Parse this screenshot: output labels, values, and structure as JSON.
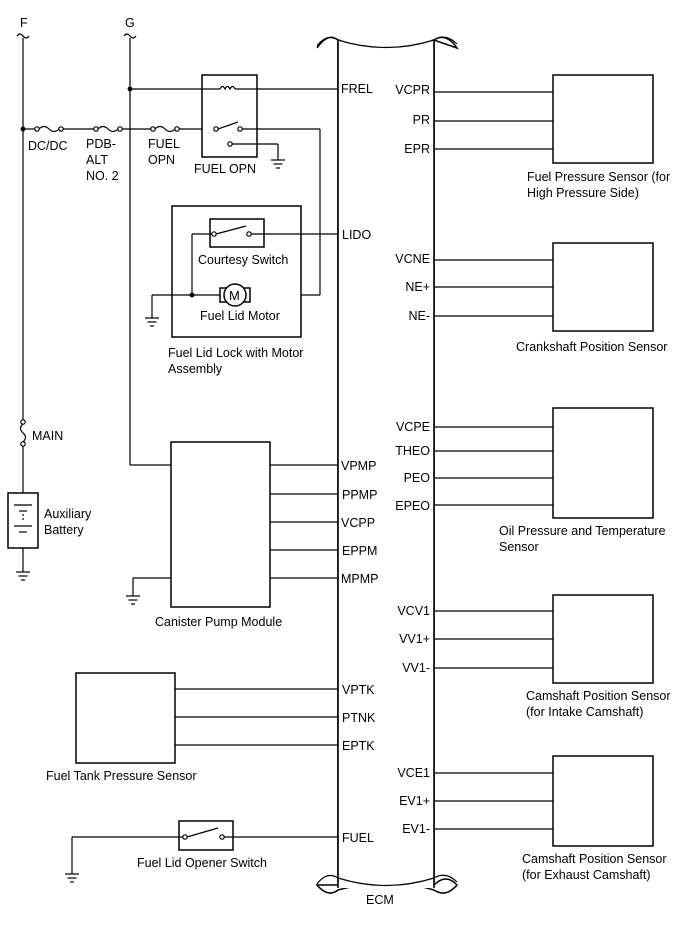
{
  "rails": {
    "f": "F",
    "g": "G"
  },
  "fuses": {
    "dcdc": "DC/DC",
    "pdb1": "PDB-",
    "pdb2": "ALT",
    "pdb3": "NO. 2",
    "fopn1": "FUEL",
    "fopn2": "OPN",
    "main": "MAIN"
  },
  "relay": {
    "label": "FUEL OPN"
  },
  "ecm": {
    "label": "ECM",
    "left_pins": [
      "FREL",
      "LIDO",
      "VPMP",
      "PPMP",
      "VCPP",
      "EPPM",
      "MPMP",
      "VPTK",
      "PTNK",
      "EPTK",
      "FUEL"
    ],
    "right_pins": [
      "VCPR",
      "PR",
      "EPR",
      "VCNE",
      "NE+",
      "NE-",
      "VCPE",
      "THEO",
      "PEO",
      "EPEO",
      "VCV1",
      "VV1+",
      "VV1-",
      "VCE1",
      "EV1+",
      "EV1-"
    ]
  },
  "fuel_lid_assembly": {
    "courtesy_switch": "Courtesy Switch",
    "motor": "Fuel Lid Motor",
    "motor_symbol": "M",
    "title_line1": "Fuel Lid Lock with Motor",
    "title_line2": "Assembly"
  },
  "battery": {
    "line1": "Auxiliary",
    "line2": "Battery"
  },
  "canister": "Canister Pump Module",
  "tank_sensor": "Fuel Tank Pressure Sensor",
  "opener_switch": "Fuel Lid Opener Switch",
  "sensors": {
    "fuel_pressure": {
      "line1": "Fuel Pressure Sensor (for",
      "line2": "High Pressure Side)"
    },
    "crankshaft": {
      "line1": "Crankshaft Position Sensor"
    },
    "oil": {
      "line1": "Oil Pressure and Temperature",
      "line2": "Sensor"
    },
    "cam_intake": {
      "line1": "Camshaft Position Sensor",
      "line2": "(for Intake Camshaft)"
    },
    "cam_exhaust": {
      "line1": "Camshaft Position Sensor",
      "line2": "(for Exhaust Camshaft)"
    }
  }
}
